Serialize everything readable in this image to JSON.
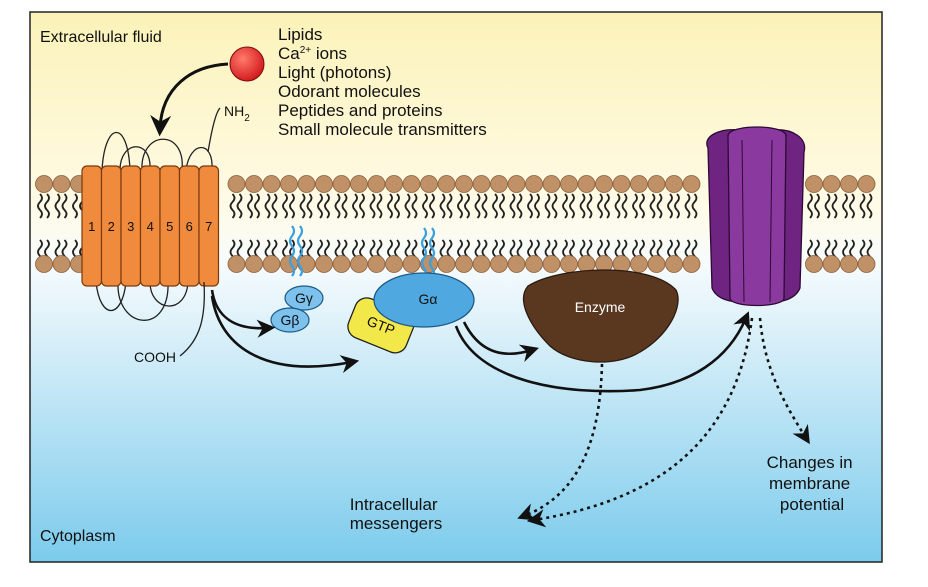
{
  "regions": {
    "extracellular": "Extracellular fluid",
    "cytoplasm": "Cytoplasm"
  },
  "ligands": {
    "items": [
      {
        "text": "Lipids"
      },
      {
        "text": "Ca",
        "sup": "2+",
        "tail": " ions"
      },
      {
        "text": "Light (photons)"
      },
      {
        "text": "Odorant molecules"
      },
      {
        "text": "Peptides and proteins"
      },
      {
        "text": "Small molecule transmitters"
      }
    ]
  },
  "receptor": {
    "helices": [
      "1",
      "2",
      "3",
      "4",
      "5",
      "6",
      "7"
    ],
    "n_terminus": "NH",
    "n_terminus_sub": "2",
    "c_terminus": "COOH"
  },
  "g_protein": {
    "gamma": "Gγ",
    "beta": "Gβ",
    "alpha": "Gα",
    "gtp": "GTP"
  },
  "effectors": {
    "enzyme": "Enzyme"
  },
  "outcomes": {
    "messengers": [
      "Intracellular",
      "messengers"
    ],
    "potential": [
      "Changes in",
      "membrane",
      "potential"
    ]
  },
  "colors": {
    "receptor": "#f08a3c",
    "ligand": "#e0262b",
    "lipid_head": "#c09066",
    "g_protein": "#5bb3e6",
    "gtp": "#f2e84a",
    "enzyme": "#5a3820",
    "channel": "#7b2a8c"
  }
}
